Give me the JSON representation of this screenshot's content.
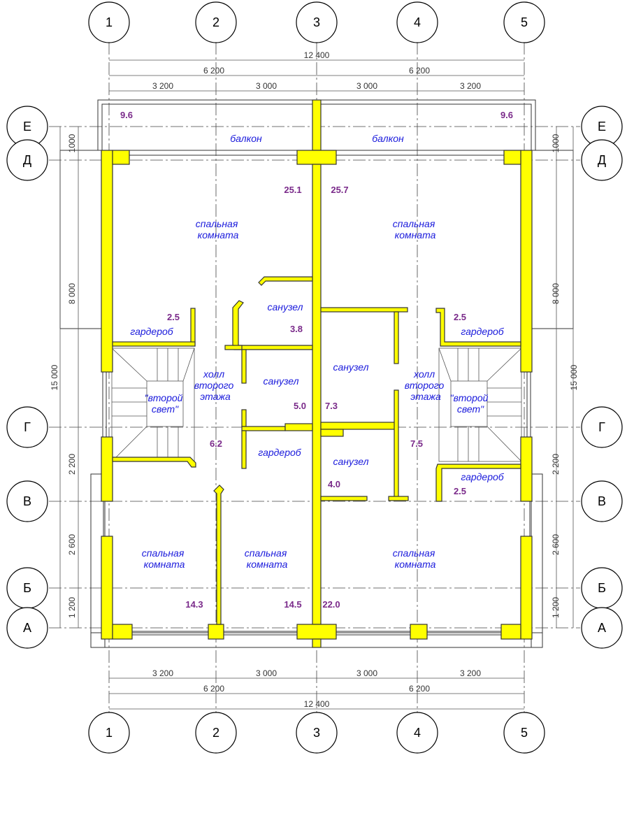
{
  "axes": {
    "columns": [
      "1",
      "2",
      "3",
      "4",
      "5"
    ],
    "rows": [
      "Е",
      "Д",
      "Г",
      "В",
      "Б",
      "А"
    ]
  },
  "dimensions": {
    "total_width": "12 400",
    "half_width": "6 200",
    "bay_outer": "3 200",
    "bay_inner": "3 000",
    "total_depth": "15 000",
    "balcony": "1000",
    "depth_top": "8 000",
    "depth_g_v": "2 200",
    "depth_v_b": "2 600",
    "depth_b_a": "1 200"
  },
  "rooms": {
    "balcony": "балкон",
    "bedroom": "спальная комната",
    "wardrobe": "гардероб",
    "bathroom": "санузел",
    "hall": "холл второго этажа",
    "second_light": "\"второй свет\""
  },
  "areas": {
    "balcony_left": "9.6",
    "balcony_right": "9.6",
    "bedroom_top_left": "25.1",
    "bedroom_top_right": "25.7",
    "wardrobe_left": "2.5",
    "wardrobe_right": "2.5",
    "bath_top": "3.8",
    "bath_mid": "5.0",
    "bath_right_top": "7.3",
    "hall_left": "6.2",
    "hall_right": "7.5",
    "bath_right_bottom": "4.0",
    "wardrobe_right_bottom": "2.5",
    "bedroom_bottom_left": "14.3",
    "bedroom_bottom_mid": "14.5",
    "bedroom_bottom_right": "22.0"
  }
}
